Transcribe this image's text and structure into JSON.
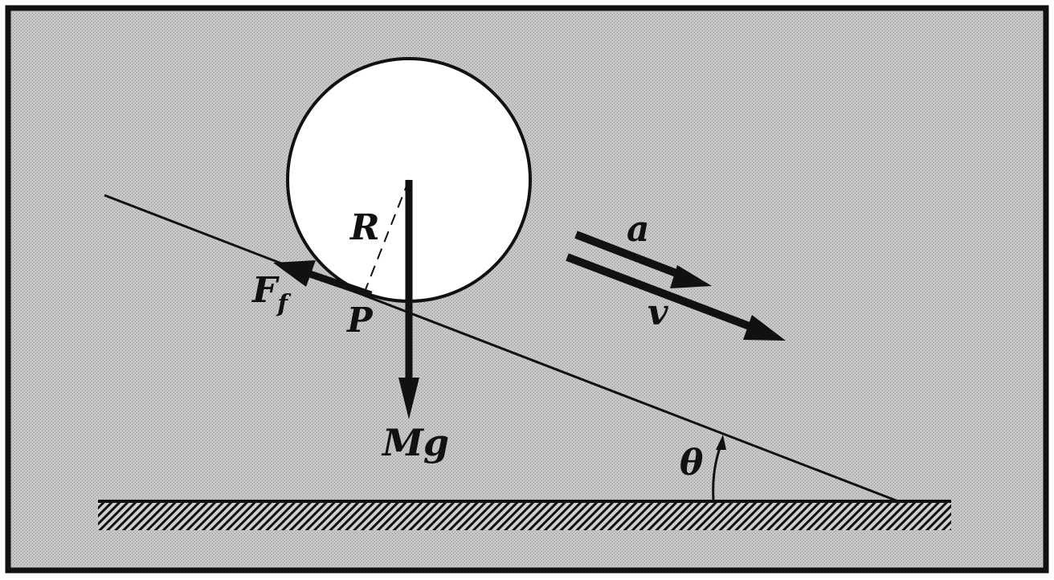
{
  "colors": {
    "panel_fill": "#c9c9c9",
    "ink": "#111111",
    "disk_fill": "#ffffff"
  },
  "labels": {
    "radius": "R",
    "contact_point": "P",
    "friction_force": "F",
    "friction_subscript": "f",
    "weight": "Mg",
    "acceleration": "a",
    "velocity": "v",
    "incline_angle": "θ"
  }
}
